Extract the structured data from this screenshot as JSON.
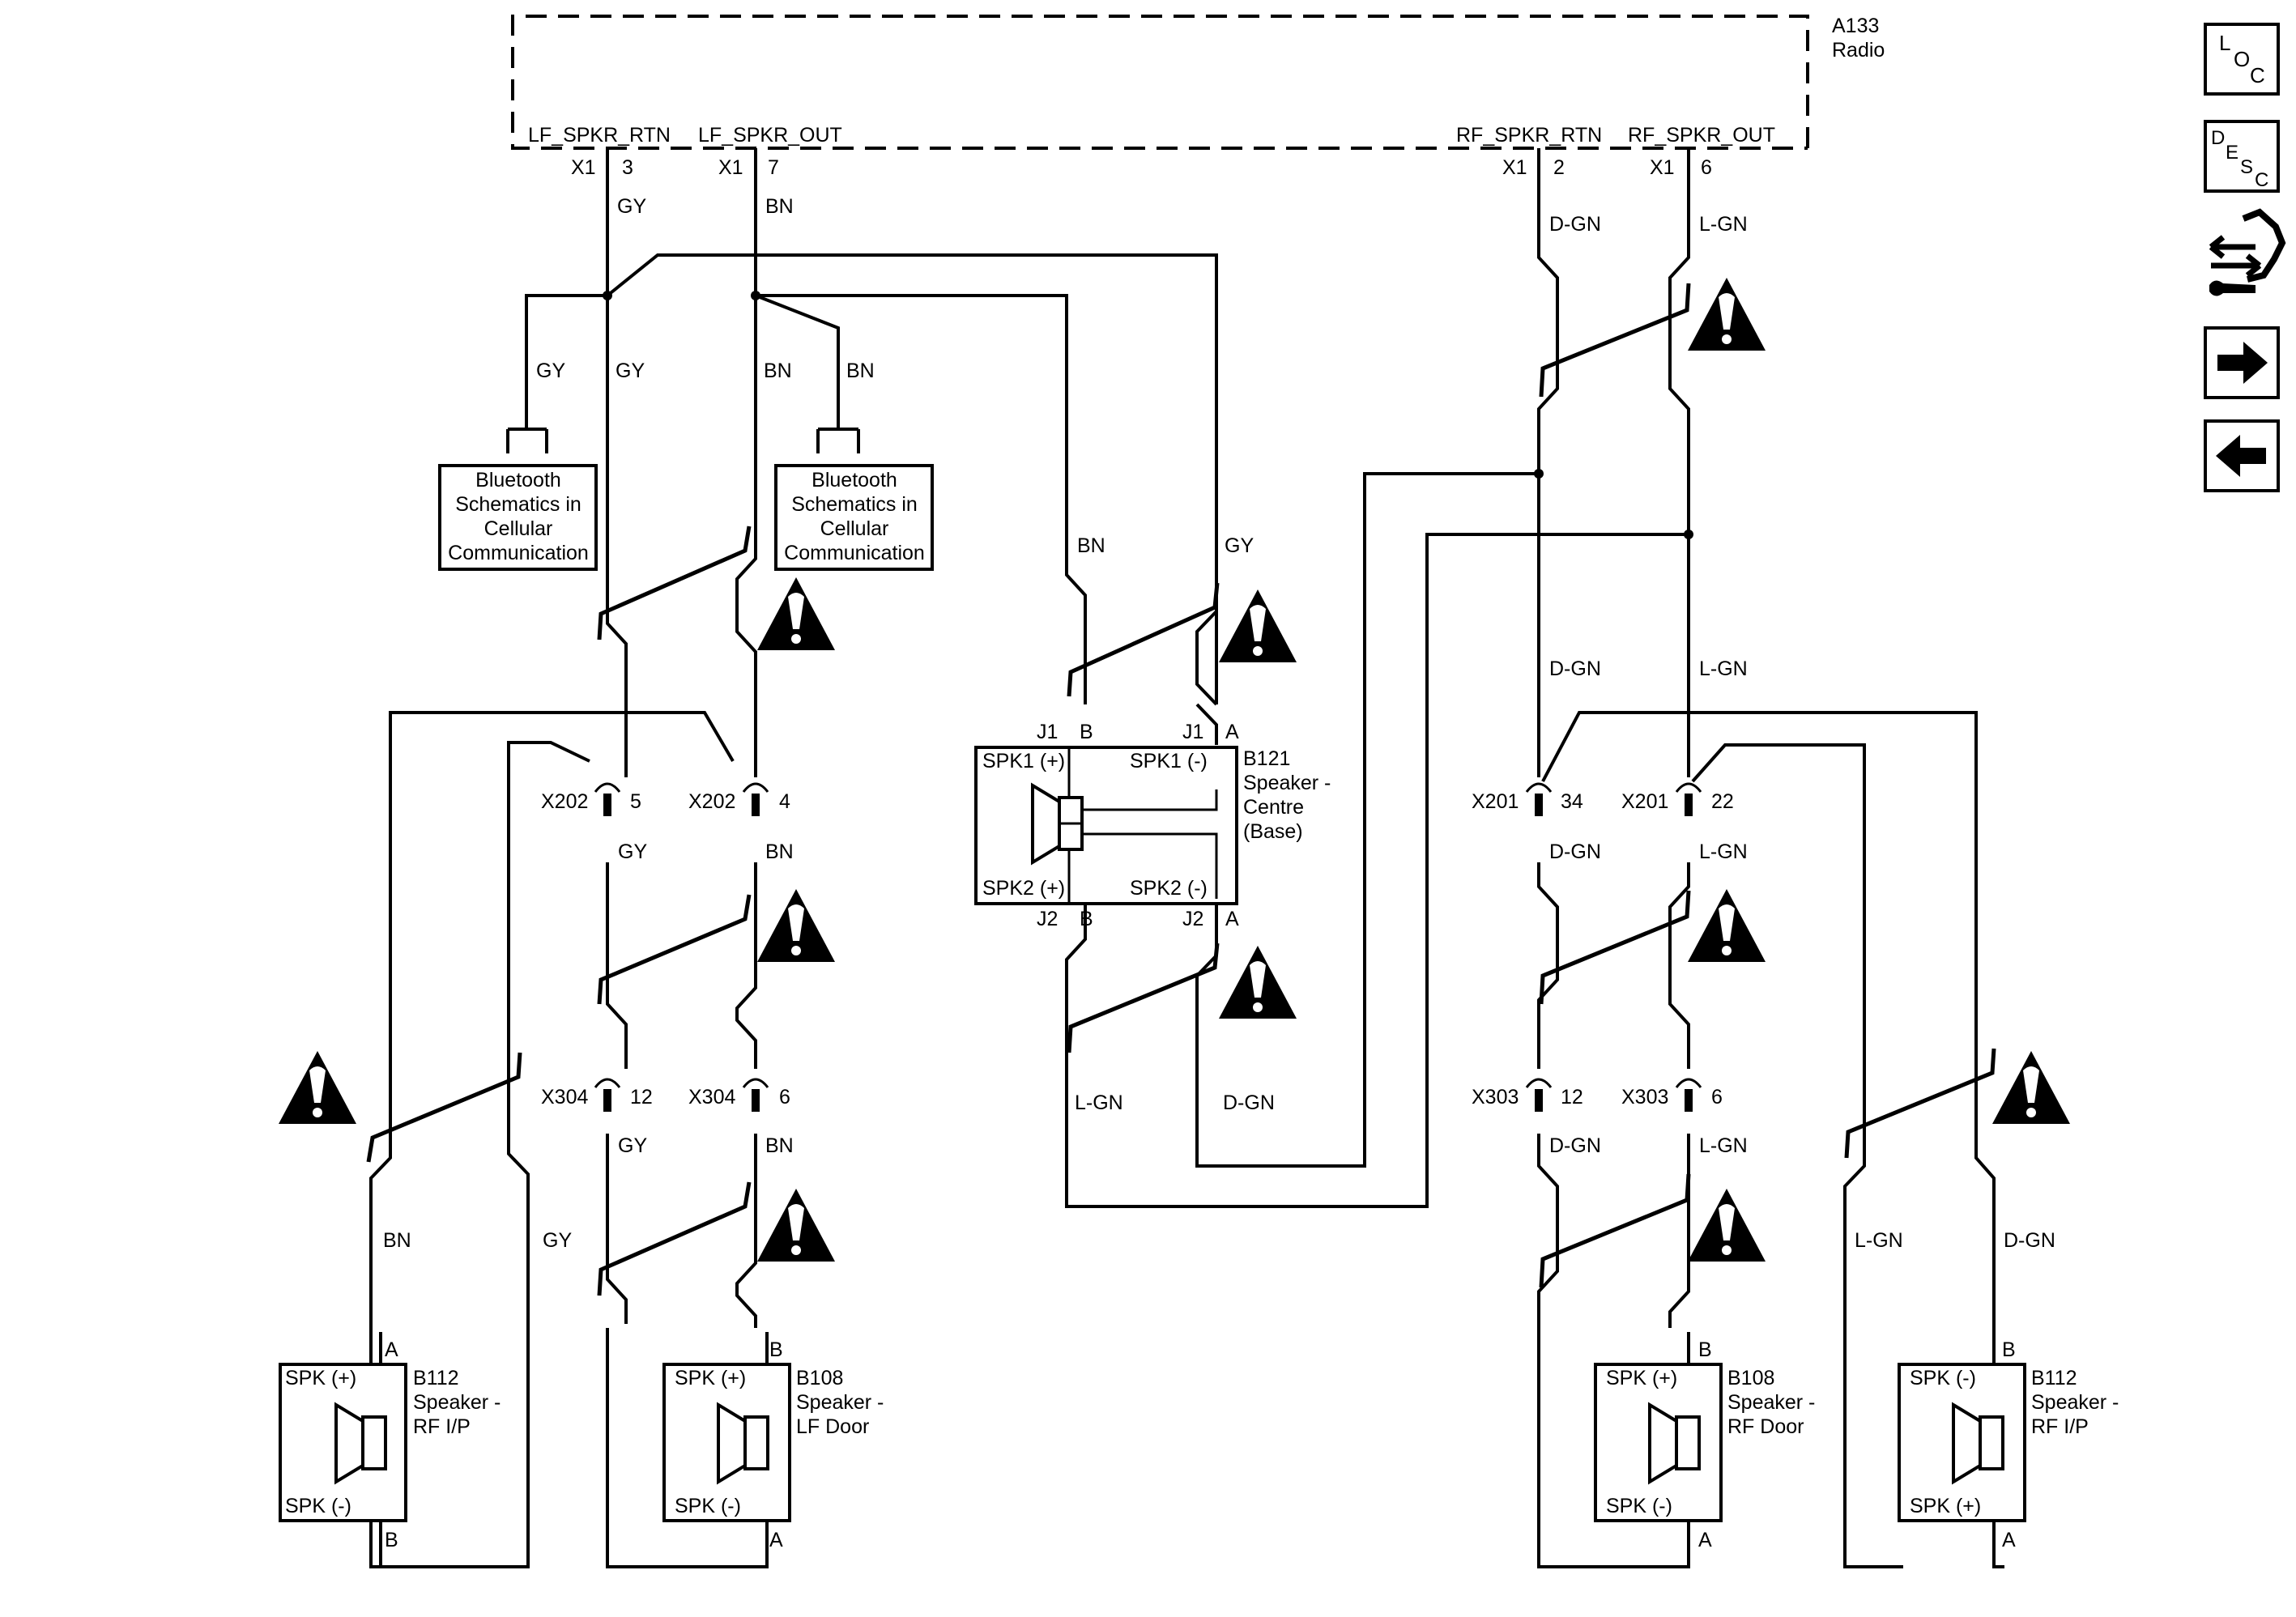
{
  "radio": {
    "id": "A133",
    "name": "Radio",
    "pins": [
      {
        "signal": "LF_SPKR_RTN",
        "conn": "X1",
        "pin": "3",
        "wire": "GY"
      },
      {
        "signal": "LF_SPKR_OUT",
        "conn": "X1",
        "pin": "7",
        "wire": "BN"
      },
      {
        "signal": "RF_SPKR_RTN",
        "conn": "X1",
        "pin": "2",
        "wire": "D-GN"
      },
      {
        "signal": "RF_SPKR_OUT",
        "conn": "X1",
        "pin": "6",
        "wire": "L-GN"
      }
    ]
  },
  "bluetooth": [
    {
      "lines": [
        "Bluetooth",
        "Schematics in",
        "Cellular",
        "Communication"
      ],
      "wire": "GY"
    },
    {
      "lines": [
        "Bluetooth",
        "Schematics in",
        "Cellular",
        "Communication"
      ],
      "wire": "BN"
    }
  ],
  "wire_labels": {
    "gy": "GY",
    "bn": "BN",
    "dgn": "D-GN",
    "lgn": "L-GN"
  },
  "connectors": {
    "x202_5": {
      "name": "X202",
      "pin": "5"
    },
    "x202_4": {
      "name": "X202",
      "pin": "4"
    },
    "x304_12": {
      "name": "X304",
      "pin": "12"
    },
    "x304_6": {
      "name": "X304",
      "pin": "6"
    },
    "x201_34": {
      "name": "X201",
      "pin": "34"
    },
    "x201_22": {
      "name": "X201",
      "pin": "22"
    },
    "x303_12": {
      "name": "X303",
      "pin": "12"
    },
    "x303_6": {
      "name": "X303",
      "pin": "6"
    }
  },
  "centre": {
    "id": "B121",
    "lines": [
      "Speaker -",
      "Centre",
      "(Base)"
    ],
    "spk1_pos": "SPK1 (+)",
    "spk1_neg": "SPK1 (-)",
    "spk2_pos": "SPK2 (+)",
    "spk2_neg": "SPK2 (-)",
    "j1": "J1",
    "j2": "J2",
    "pin_b": "B",
    "pin_a": "A"
  },
  "speakers": [
    {
      "id": "B112",
      "lines": [
        "Speaker -",
        "RF I/P"
      ],
      "top_label": "SPK (+)",
      "bottom_label": "SPK (-)",
      "top_pin": "A",
      "bottom_pin": "B"
    },
    {
      "id": "B108",
      "lines": [
        "Speaker -",
        "LF Door"
      ],
      "top_label": "SPK (+)",
      "bottom_label": "SPK (-)",
      "top_pin": "B",
      "bottom_pin": "A"
    },
    {
      "id": "B108",
      "lines": [
        "Speaker -",
        "RF Door"
      ],
      "top_label": "SPK (+)",
      "bottom_label": "SPK (-)",
      "top_pin": "B",
      "bottom_pin": "A"
    },
    {
      "id": "B112",
      "lines": [
        "Speaker -",
        "RF I/P"
      ],
      "top_label": "SPK (-)",
      "bottom_label": "SPK (+)",
      "top_pin": "B",
      "bottom_pin": "A"
    }
  ],
  "sidebar": {
    "loc": [
      "L",
      "O",
      "C"
    ],
    "desc": [
      "D",
      "E",
      "S",
      "C"
    ]
  }
}
